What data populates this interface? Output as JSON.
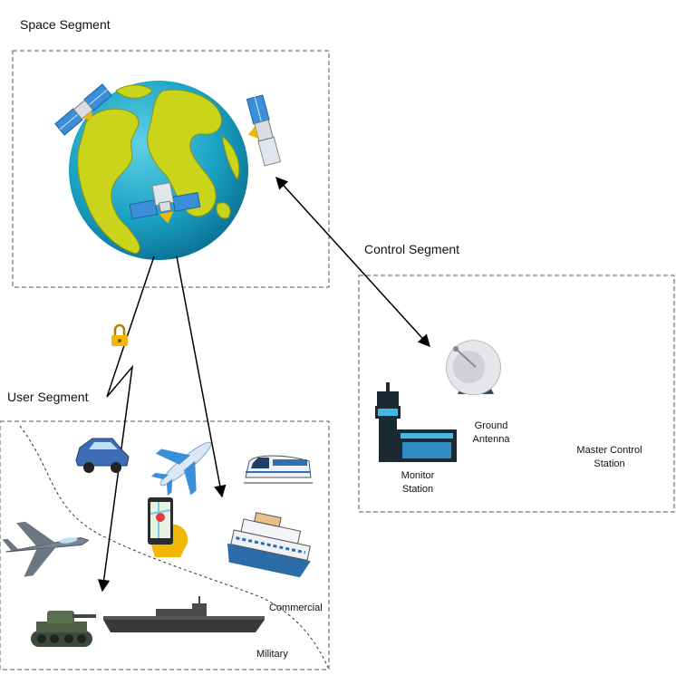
{
  "segments": {
    "space": "Space Segment",
    "control": "Control Segment",
    "user": "User Segment"
  },
  "control": {
    "ground_antenna_l1": "Ground",
    "ground_antenna_l2": "Antenna",
    "monitor_station_l1": "Monitor",
    "monitor_station_l2": "Station",
    "master_control_l1": "Master Control",
    "master_control_l2": "Station"
  },
  "user": {
    "commercial": "Commercial",
    "military": "Military"
  },
  "icons": [
    "globe-icon",
    "satellite-icon",
    "lock-icon",
    "car-icon",
    "airplane-icon",
    "train-icon",
    "smartphone-map-icon",
    "fighter-jet-icon",
    "cruise-ship-icon",
    "tank-icon",
    "aircraft-carrier-icon",
    "satellite-dish-icon",
    "control-tower-icon"
  ],
  "colors": {
    "ocean": "#1aa3c4",
    "land": "#c9d41a",
    "panel": "#3a8fd8",
    "lock": "#f2b705"
  }
}
